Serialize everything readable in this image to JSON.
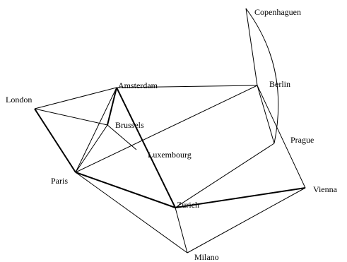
{
  "diagram": {
    "type": "network-graph",
    "colors": {
      "background": "#ffffff",
      "edge": "#000000",
      "label": "#000000"
    },
    "nodes": [
      {
        "id": "copenhagen",
        "label": "Copenhaguen"
      },
      {
        "id": "berlin",
        "label": "Berlin"
      },
      {
        "id": "amsterdam",
        "label": "Amsterdam"
      },
      {
        "id": "london",
        "label": "London"
      },
      {
        "id": "brussels",
        "label": "Brussels"
      },
      {
        "id": "prague",
        "label": "Prague"
      },
      {
        "id": "luxembourg",
        "label": "Luxembourg"
      },
      {
        "id": "paris",
        "label": "Paris"
      },
      {
        "id": "vienna",
        "label": "Vienna"
      },
      {
        "id": "zurich",
        "label": "Zurich"
      },
      {
        "id": "milano",
        "label": "Milano"
      }
    ],
    "edges": [
      {
        "id": "london-amsterdam",
        "from": "london",
        "to": "amsterdam"
      },
      {
        "id": "london-brussels",
        "from": "london",
        "to": "brussels"
      },
      {
        "id": "london-paris",
        "from": "london",
        "to": "paris"
      },
      {
        "id": "amsterdam-berlin",
        "from": "amsterdam",
        "to": "berlin"
      },
      {
        "id": "amsterdam-brussels",
        "from": "amsterdam",
        "to": "brussels"
      },
      {
        "id": "amsterdam-zurich",
        "from": "amsterdam",
        "to": "zurich"
      },
      {
        "id": "brussels-paris",
        "from": "brussels",
        "to": "paris"
      },
      {
        "id": "brussels-luxembourg",
        "from": "brussels",
        "to": "luxembourg"
      },
      {
        "id": "amsterdam-paris",
        "from": "amsterdam",
        "to": "paris"
      },
      {
        "id": "paris-berlin",
        "from": "paris",
        "to": "berlin"
      },
      {
        "id": "paris-zurich",
        "from": "paris",
        "to": "zurich"
      },
      {
        "id": "paris-milano",
        "from": "paris",
        "to": "milano"
      },
      {
        "id": "berlin-copenhagen",
        "from": "berlin",
        "to": "copenhagen"
      },
      {
        "id": "copenhagen-prague",
        "from": "copenhagen",
        "to": "prague"
      },
      {
        "id": "berlin-prague",
        "from": "berlin",
        "to": "prague"
      },
      {
        "id": "berlin-vienna",
        "from": "berlin",
        "to": "vienna"
      },
      {
        "id": "prague-zurich",
        "from": "prague",
        "to": "zurich"
      },
      {
        "id": "zurich-vienna",
        "from": "zurich",
        "to": "vienna"
      },
      {
        "id": "zurich-milano",
        "from": "zurich",
        "to": "milano"
      },
      {
        "id": "milano-vienna",
        "from": "milano",
        "to": "vienna"
      }
    ]
  }
}
